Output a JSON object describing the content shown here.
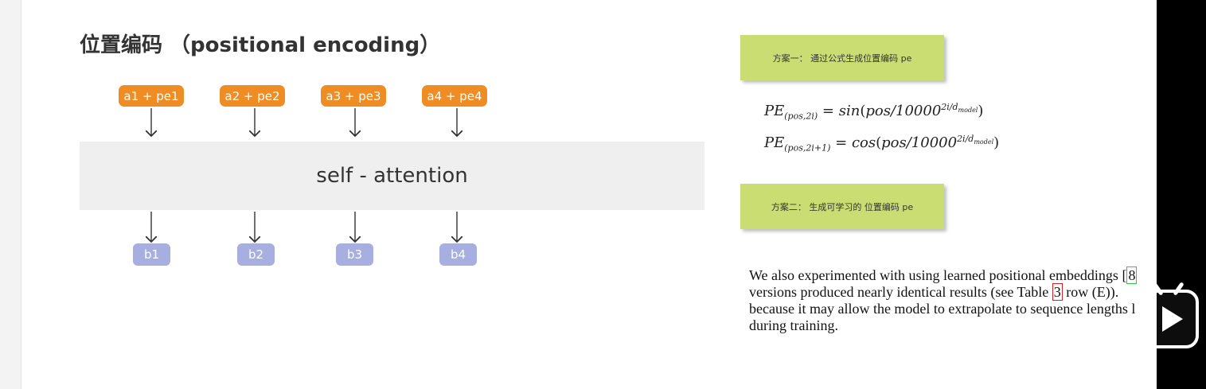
{
  "slide": {
    "title": "位置编码 （positional encoding）",
    "inputs": [
      "a1 + pe1",
      "a2 + pe2",
      "a3 + pe3",
      "a4 + pe4"
    ],
    "attention_label": "self - attention",
    "outputs": [
      "b1",
      "b2",
      "b3",
      "b4"
    ],
    "scheme1": "方案一： 通过公式生成位置编码 pe",
    "scheme2": "方案二： 生成可学习的 位置编码 pe",
    "formula_sin": {
      "lhs": "PE",
      "lhs_sub": "(pos,2i)",
      "fn": "sin",
      "arg": "pos/10000",
      "exp": "2i/d",
      "exp_sub": "model"
    },
    "formula_cos": {
      "lhs": "PE",
      "lhs_sub": "(pos,2i+1)",
      "fn": "cos",
      "arg": "pos/10000",
      "exp": "2i/d",
      "exp_sub": "model"
    },
    "paper_text": {
      "line1_a": "We also experimented with using learned positional embeddings [",
      "line1_ref": "8",
      "line2_a": "versions produced nearly identical results (see Table ",
      "line2_ref": "3",
      "line2_b": " row (E)).",
      "line3": "because it may allow the model to extrapolate to sequence lengths l",
      "line4": "during training."
    }
  },
  "colors": {
    "input_box": "#f08c24",
    "output_box": "#a7aee0",
    "attention_block": "#efefef",
    "scheme_card": "#cadd72"
  },
  "icons": {
    "play": "play-icon"
  }
}
